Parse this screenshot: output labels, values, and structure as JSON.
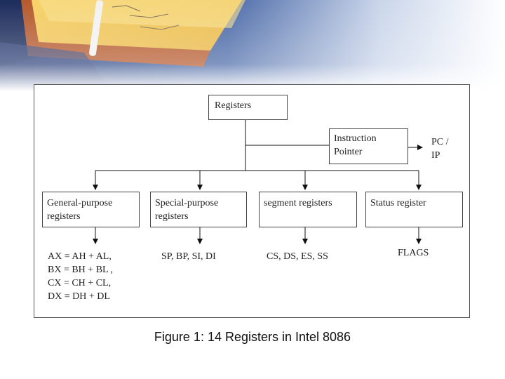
{
  "diagram": {
    "root": "Registers",
    "instruction_pointer": "Instruction\nPointer",
    "pc_ip": "PC /\nIP",
    "categories": [
      "General-purpose\nregisters",
      "Special-purpose\nregisters",
      "segment registers",
      "Status register"
    ],
    "members": [
      "AX = AH + AL,\nBX = BH + BL ,\nCX = CH + CL,\nDX = DH + DL",
      "SP, BP, SI, DI",
      "CS, DS, ES, SS",
      "FLAGS"
    ]
  },
  "caption": "Figure 1: 14 Registers in Intel 8086"
}
